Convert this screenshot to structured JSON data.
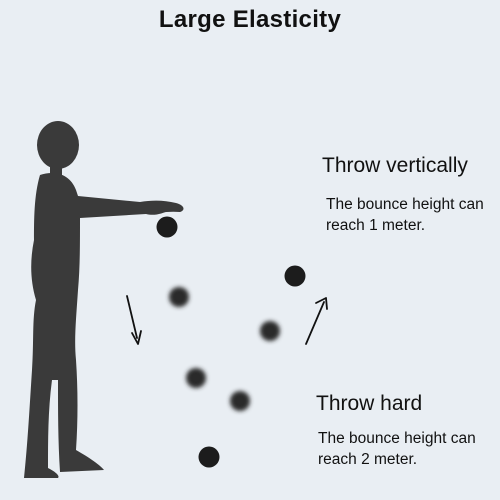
{
  "title": "Large Elasticity",
  "vertical": {
    "heading": "Throw vertically",
    "description": "The bounce height can reach 1 meter."
  },
  "hard": {
    "heading": "Throw hard",
    "description": "The bounce height can reach 2 meter."
  },
  "colors": {
    "background": "#e9eef3",
    "figure": "#3a3a3a",
    "ball": "#1c1c1c",
    "text": "#111111"
  }
}
